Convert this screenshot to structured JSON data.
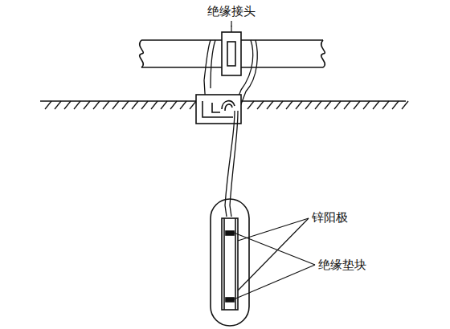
{
  "diagram": {
    "labels": [
      "绝缘接头",
      "锌阳极",
      "绝缘垫块"
    ]
  }
}
